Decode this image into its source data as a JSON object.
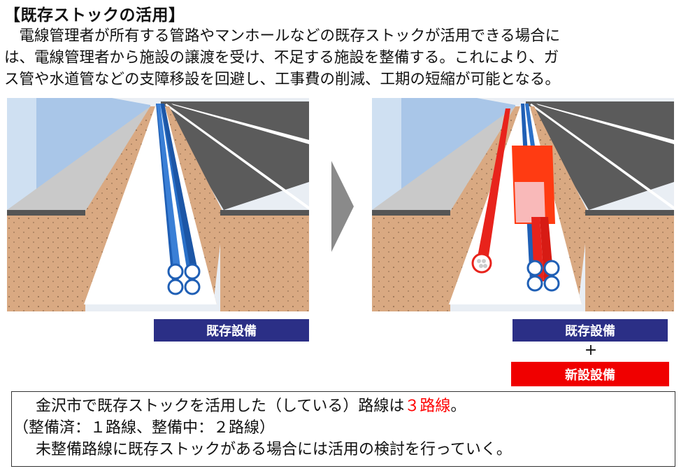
{
  "heading": "【既存ストックの活用】",
  "intro": {
    "line1": "　電線管理者が所有する管路やマンホールなどの既存ストックが活用できる場合に",
    "line2": "は、電線管理者から施設の譲渡を受け、不足する施設を整備する。これにより、ガ",
    "line3": "ス管や水道管などの支障移設を回避し、工事費の削減、工期の短縮が可能となる。"
  },
  "labels": {
    "existing_left": "既存設備",
    "existing_right": "既存設備",
    "plus": "+",
    "new": "新設設備"
  },
  "colors": {
    "existing_label": "#2b2f86",
    "new_label": "#f00000",
    "existing_pipe": "#1f5fb5",
    "new_pipe": "#e8231c",
    "soil": "#d9a982",
    "road": "#5b5b5b",
    "building": "#a9c6e8",
    "arrow": "#8a8a8a"
  },
  "summary": {
    "line1_prefix": "金沢市で既存ストックを活用した（している）路線は",
    "line1_value": "３路線",
    "line1_suffix": "。",
    "line2": "（整備済：１路線、整備中：２路線）",
    "line3": "未整備路線に既存ストックがある場合には活用の検討を行っていく。"
  }
}
